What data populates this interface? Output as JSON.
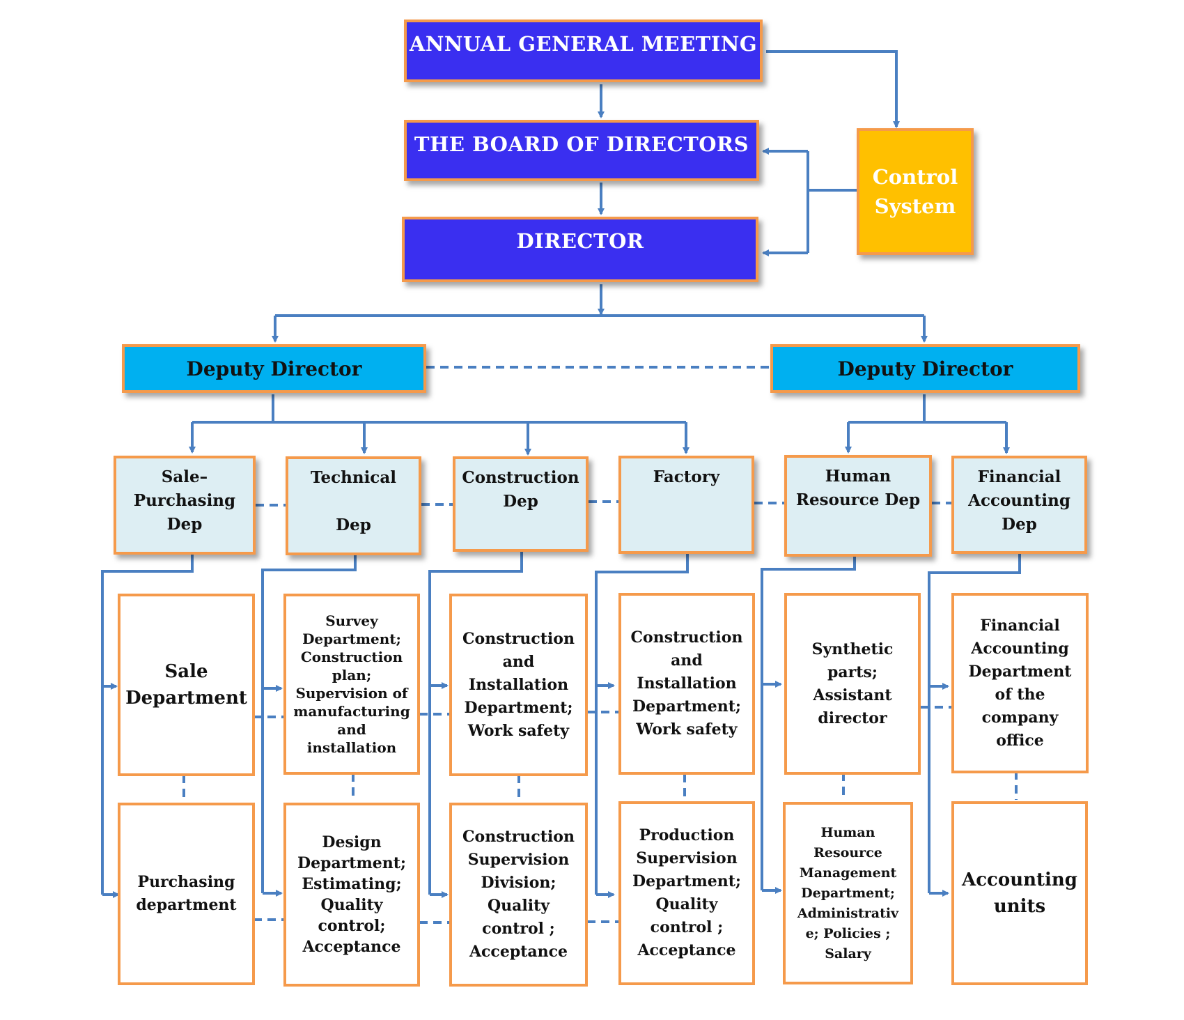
{
  "top": {
    "agm": "ANNUAL GENERAL MEETING",
    "board": "THE BOARD OF DIRECTORS",
    "director": "DIRECTOR",
    "control": "Control\nSystem"
  },
  "deputies": {
    "left": "Deputy Director",
    "right": "Deputy Director"
  },
  "departments": {
    "sale_purchasing": "Sale–\nPurchasing\nDep",
    "technical": "Technical\n\nDep",
    "construction": "Construction\nDep",
    "factory": "Factory",
    "human_resource": "Human\nResource Dep",
    "financial_accounting": "Financial\nAccounting\nDep"
  },
  "units": {
    "sale": "Sale\nDepartment",
    "purchasing": "Purchasing\ndepartment",
    "survey": "Survey\nDepartment;\nConstruction\nplan;\nSupervision of\nmanufacturing\nand\ninstallation",
    "design": "Design\nDepartment;\nEstimating;\nQuality\ncontrol;\nAcceptance",
    "construction_install": "Construction\nand\nInstallation\nDepartment;\nWork safety",
    "construction_supervision": "Construction\nSupervision\nDivision;\nQuality\ncontrol ;\nAcceptance",
    "factory_install": "Construction\nand\nInstallation\nDepartment;\nWork safety",
    "production_supervision": "Production\nSupervision\nDepartment;\nQuality\ncontrol ;\nAcceptance",
    "synthetic": "Synthetic\nparts;\nAssistant\ndirector",
    "hr_management": "Human\nResource\nManagement\nDepartment;\nAdministrativ\ne; Policies ;\nSalary",
    "financial_office": "Financial\nAccounting\nDepartment\nof the\ncompany\noffice",
    "accounting_units": "Accounting\nunits"
  },
  "colors": {
    "top_fill": "#3a2ff0",
    "control_fill": "#ffc000",
    "deputy_fill": "#00b0f0",
    "dept_fill": "#ddeef3",
    "border": "#f59a4b",
    "connector": "#4a7fc1"
  }
}
